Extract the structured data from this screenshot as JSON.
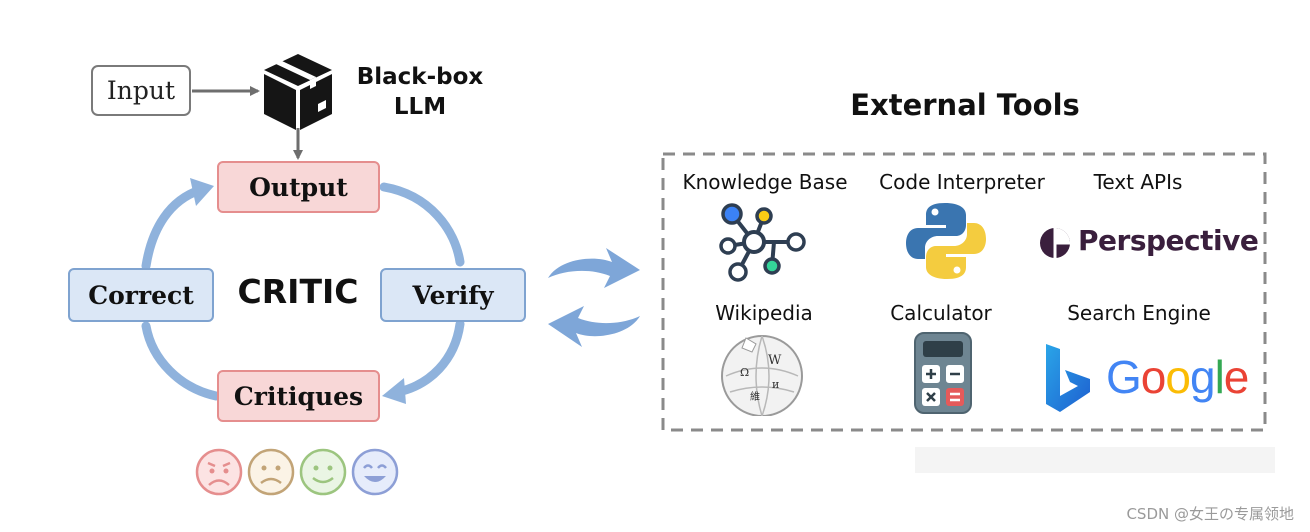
{
  "diagram": {
    "input_label": "Input",
    "llm_label_line1": "Black-box",
    "llm_label_line2": "LLM",
    "center_label": "CRITIC",
    "nodes": {
      "output": "Output",
      "verify": "Verify",
      "critiques": "Critiques",
      "correct": "Correct"
    },
    "faces": [
      "distressed-face-icon",
      "frowning-face-icon",
      "slightly-smiling-face-icon",
      "smiling-face-icon"
    ]
  },
  "tools": {
    "title": "External Tools",
    "items": [
      {
        "label": "Knowledge Base",
        "icon": "knowledge-graph-icon"
      },
      {
        "label": "Code Interpreter",
        "icon": "python-icon"
      },
      {
        "label": "Text APIs",
        "icon": "perspective-logo"
      },
      {
        "label": "Wikipedia",
        "icon": "wikipedia-globe-icon"
      },
      {
        "label": "Calculator",
        "icon": "calculator-icon"
      },
      {
        "label": "Search Engine",
        "icon": "bing-google-logo"
      }
    ],
    "perspective_logo_text": "Perspective",
    "google_logo_text": "Google"
  },
  "colors": {
    "node_red_fill": "#f8d7d7",
    "node_blue_fill": "#dbe7f6",
    "cycle_arrow": "#8fb2dc",
    "exchange_arrow": "#7ea6d8"
  },
  "watermark": "CSDN @女王の专属领地"
}
